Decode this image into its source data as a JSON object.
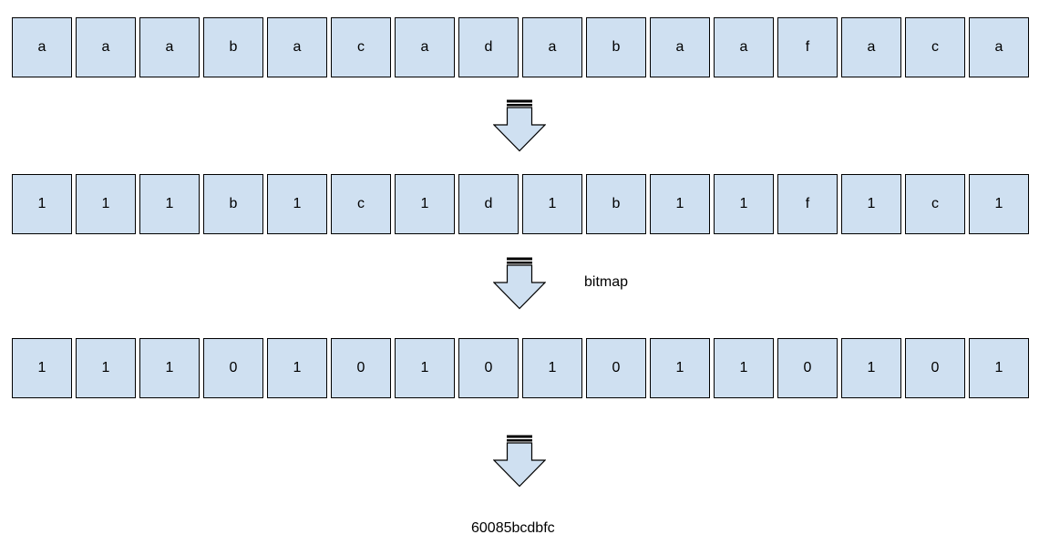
{
  "rows": [
    [
      "a",
      "a",
      "a",
      "b",
      "a",
      "c",
      "a",
      "d",
      "a",
      "b",
      "a",
      "a",
      "f",
      "a",
      "c",
      "a"
    ],
    [
      "1",
      "1",
      "1",
      "b",
      "1",
      "c",
      "1",
      "d",
      "1",
      "b",
      "1",
      "1",
      "f",
      "1",
      "c",
      "1"
    ],
    [
      "1",
      "1",
      "1",
      "0",
      "1",
      "0",
      "1",
      "0",
      "1",
      "0",
      "1",
      "1",
      "0",
      "1",
      "0",
      "1"
    ]
  ],
  "step_label": "bitmap",
  "result": "60085bcdbfc",
  "colors": {
    "cell_fill": "#cfe0f1",
    "cell_border": "#000000",
    "arrow_fill": "#cfe0f1"
  },
  "icons": {
    "arrow": "down-arrow-icon"
  }
}
